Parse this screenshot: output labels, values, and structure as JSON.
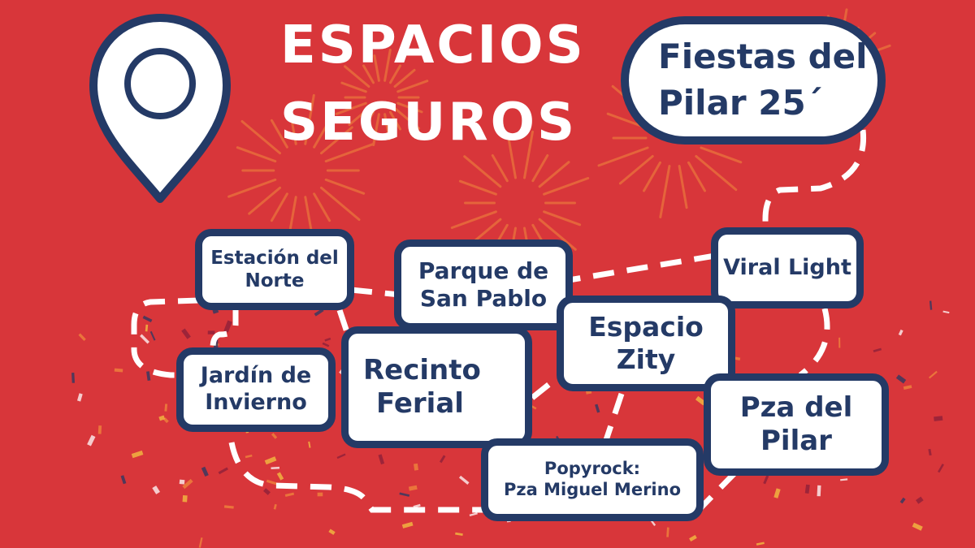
{
  "title": {
    "line1": "ESPACIOS",
    "line2": "SEGUROS"
  },
  "festival": {
    "line1": "Fiestas del",
    "line2": "Pilar 25´"
  },
  "locations": {
    "estacion": [
      "Estación del",
      "Norte"
    ],
    "parque": [
      "Parque de",
      "San Pablo"
    ],
    "viral": [
      "Viral Light"
    ],
    "espacio_zity": [
      "Espacio",
      "Zity"
    ],
    "jardin": [
      "Jardín de",
      "Invierno"
    ],
    "recinto": [
      "Recinto",
      "Ferial"
    ],
    "pza_pilar": [
      "Pza del",
      "Pilar"
    ],
    "popyrock": [
      "Popyrock:",
      "Pza Miguel Merino"
    ]
  },
  "colors": {
    "background": "#d8363a",
    "navy": "#243a66",
    "white": "#ffffff",
    "firework": "#f08a3c"
  },
  "icons": [
    "location-pin-icon"
  ]
}
